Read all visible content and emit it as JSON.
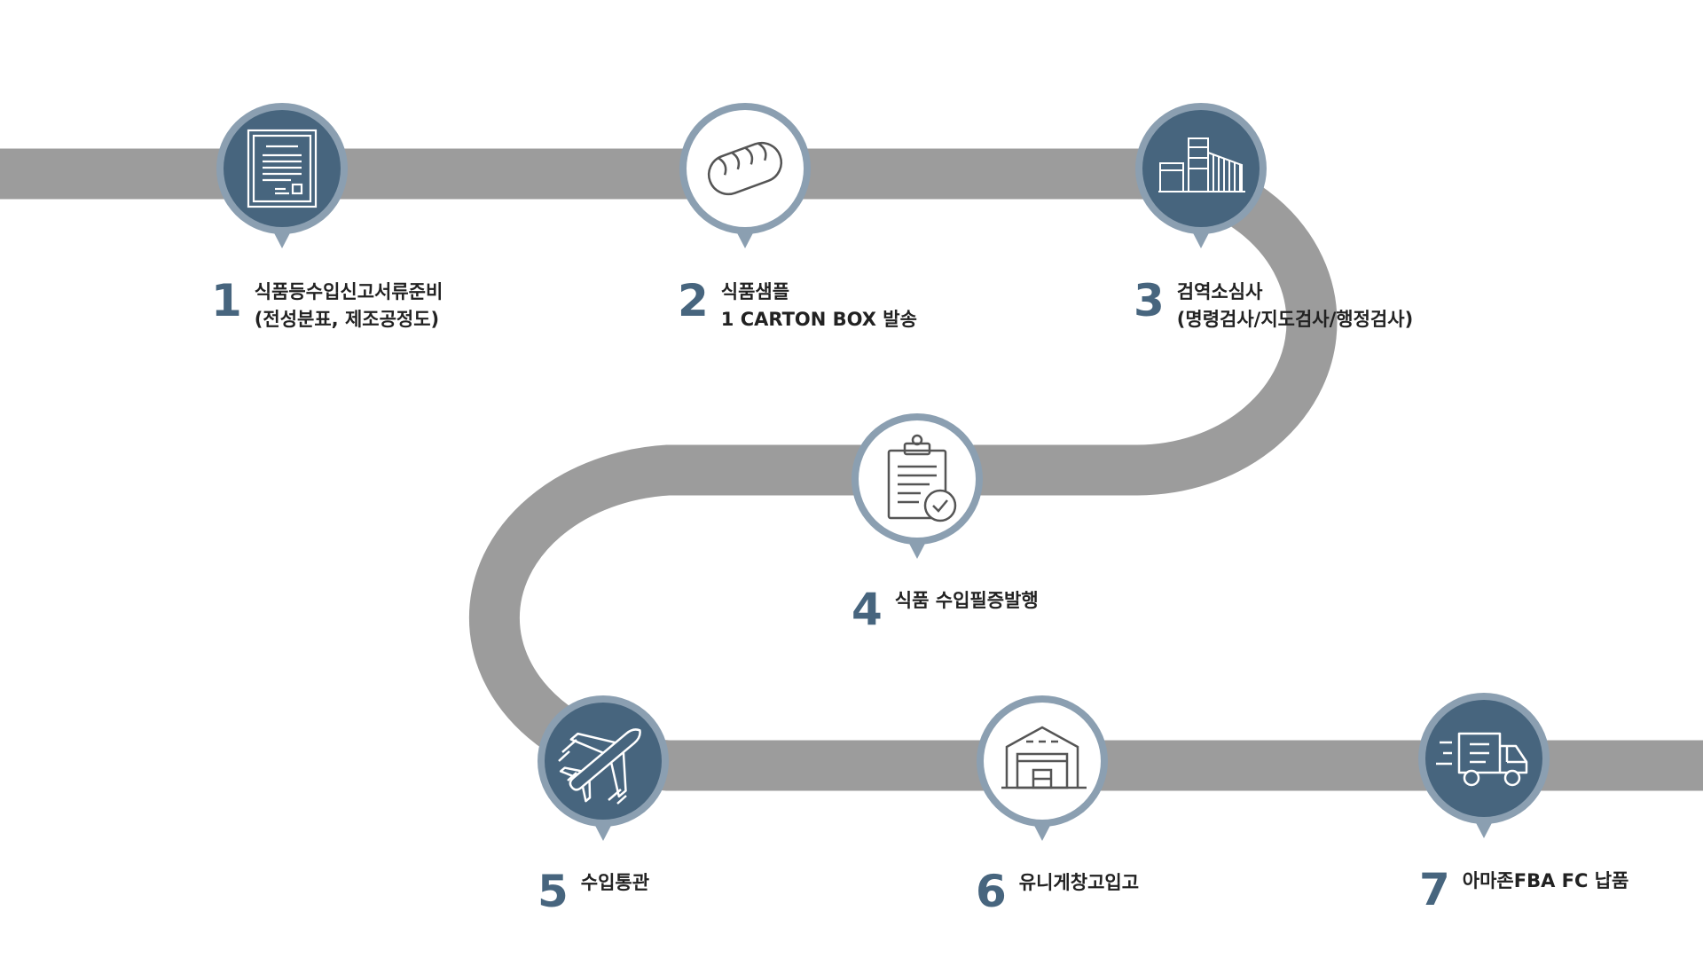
{
  "colors": {
    "road": "#9c9c9c",
    "dark_fill": "#47657e",
    "ring": "#8b9fb1",
    "light_fill": "#ffffff",
    "icon_light": "#ffffff",
    "icon_dark": "#555555",
    "number": "#47657e"
  },
  "steps": [
    {
      "num": "1",
      "line1": "식품등수입신고서류준비",
      "line2": "(전성분표, 제조공정도)",
      "icon": "document-icon",
      "style": "dark"
    },
    {
      "num": "2",
      "line1": "식품샘플",
      "line2": "1 CARTON BOX 발송",
      "icon": "bread-icon",
      "style": "light"
    },
    {
      "num": "3",
      "line1": "검역소심사",
      "line2": "(명령검사/지도검사/행정검사)",
      "icon": "buildings-icon",
      "style": "dark"
    },
    {
      "num": "4",
      "line1": "식품 수입필증발행",
      "line2": "",
      "icon": "clipboard-check-icon",
      "style": "light"
    },
    {
      "num": "5",
      "line1": "수입통관",
      "line2": "",
      "icon": "airplane-icon",
      "style": "dark"
    },
    {
      "num": "6",
      "line1": "유니게창고입고",
      "line2": "",
      "icon": "warehouse-icon",
      "style": "light"
    },
    {
      "num": "7",
      "line1": "아마존FBA FC 납품",
      "line2": "",
      "icon": "truck-icon",
      "style": "dark"
    }
  ]
}
